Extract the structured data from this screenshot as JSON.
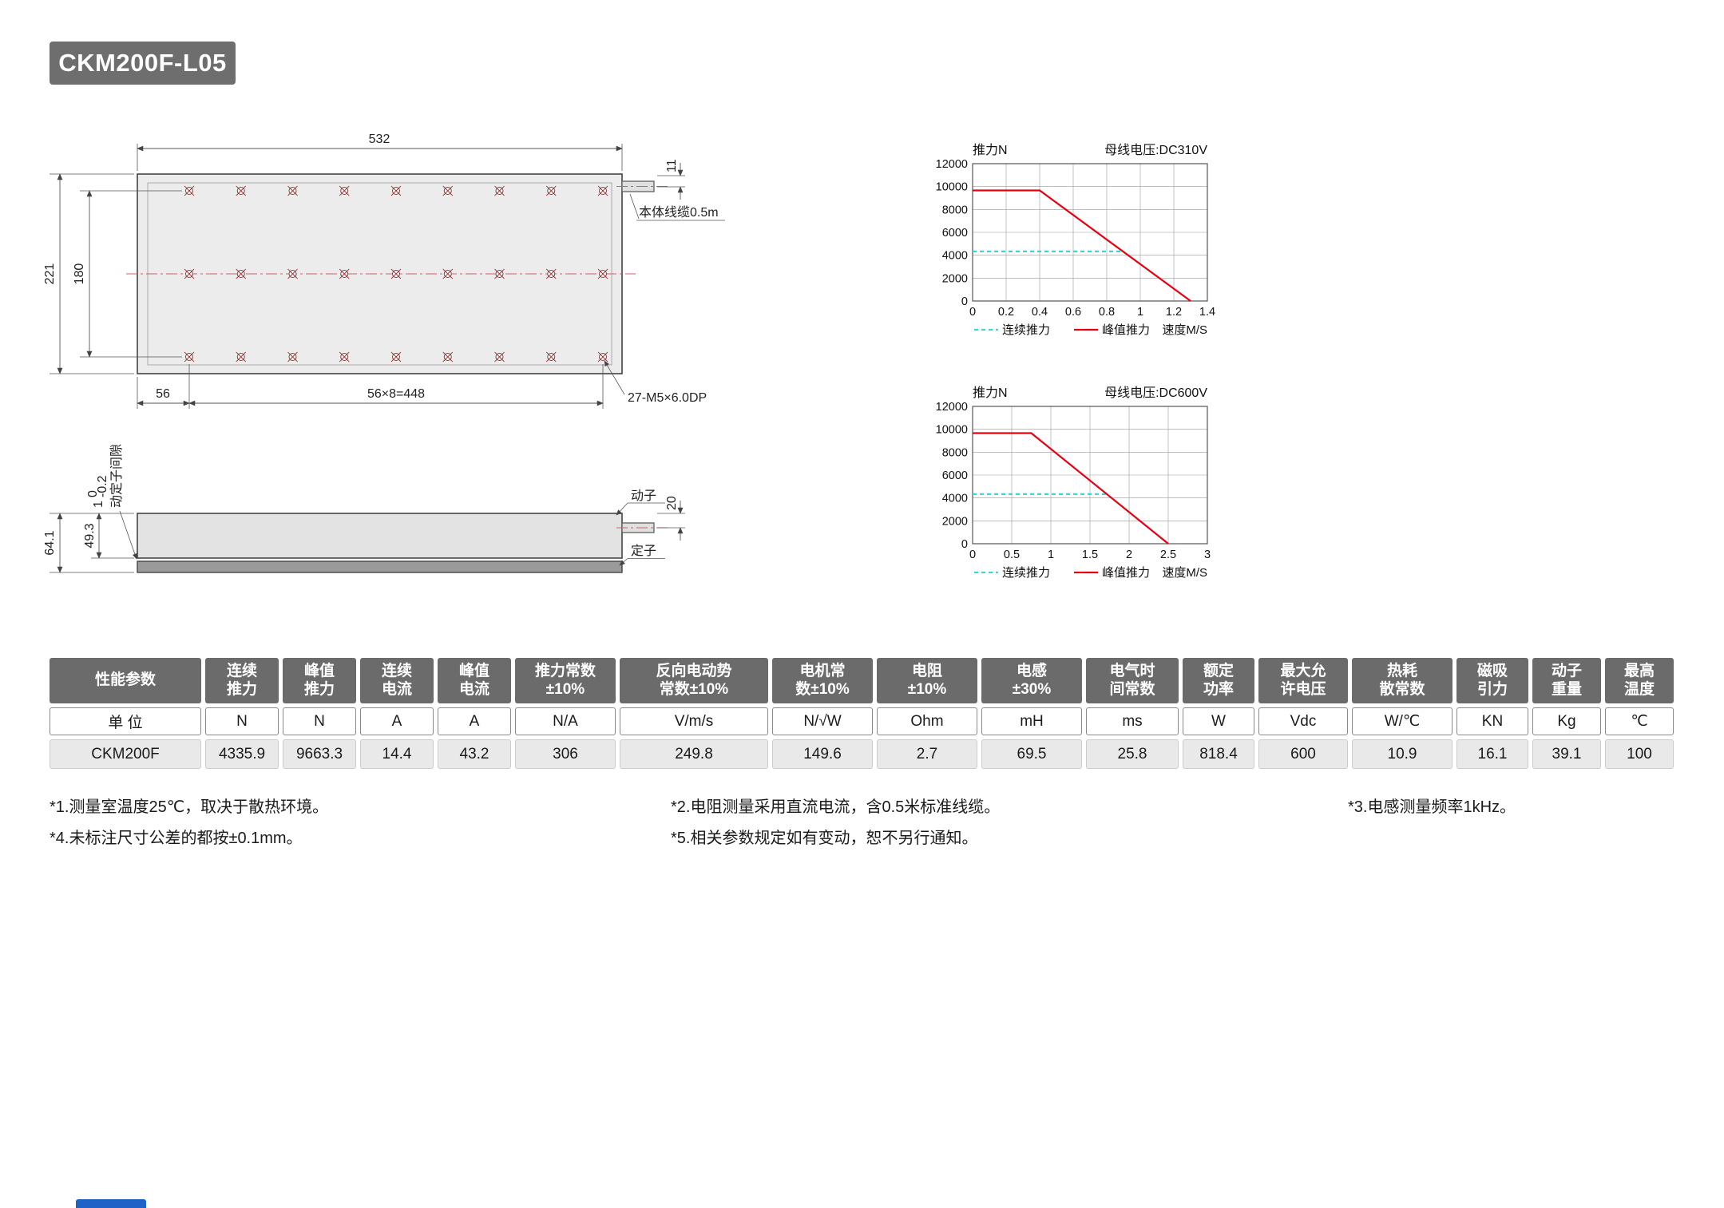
{
  "title": "CKM200F-L05",
  "top_view": {
    "dim_width": "532",
    "dim_cable": "11",
    "dim_height": "221",
    "dim_hole_span_v": "180",
    "dim_first_pitch": "56",
    "dim_pitch_total": "56×8=448",
    "holes_label": "27-M5×6.0DP",
    "cable_label": "本体线缆0.5m"
  },
  "side_view": {
    "dim_total_height": "64.1",
    "dim_mover_height": "49.3",
    "dim_cable_offset": "20",
    "gap_value": "1",
    "gap_tol_upper": "0",
    "gap_tol_lower": "-0.2",
    "gap_label": "动定子间隙",
    "mover_label": "动子",
    "stator_label": "定子"
  },
  "chart_data": [
    {
      "type": "line",
      "title": "母线电压:DC310V",
      "ylabel": "推力N",
      "xlabel": "速度M/S",
      "xlim": [
        0,
        1.4
      ],
      "ylim": [
        0,
        12000
      ],
      "x_ticks": [
        "0",
        "0.2",
        "0.4",
        "0.6",
        "0.8",
        "1",
        "1.2",
        "1.4"
      ],
      "y_ticks": [
        "0",
        "2000",
        "4000",
        "6000",
        "8000",
        "10000",
        "12000"
      ],
      "grid": true,
      "legend_position": "bottom",
      "series": [
        {
          "name": "连续推力",
          "color": "#35d8d8",
          "dash": true,
          "points": [
            [
              0,
              4335.9
            ],
            [
              0.9,
              4335.9
            ]
          ]
        },
        {
          "name": "峰值推力",
          "color": "#e60012",
          "dash": false,
          "points": [
            [
              0,
              9663.3
            ],
            [
              0.4,
              9663.3
            ],
            [
              1.3,
              0
            ]
          ]
        }
      ]
    },
    {
      "type": "line",
      "title": "母线电压:DC600V",
      "ylabel": "推力N",
      "xlabel": "速度M/S",
      "xlim": [
        0,
        3
      ],
      "ylim": [
        0,
        12000
      ],
      "x_ticks": [
        "0",
        "0.5",
        "1",
        "1.5",
        "2",
        "2.5",
        "3"
      ],
      "y_ticks": [
        "0",
        "2000",
        "4000",
        "6000",
        "8000",
        "10000",
        "12000"
      ],
      "grid": true,
      "legend_position": "bottom",
      "series": [
        {
          "name": "连续推力",
          "color": "#35d8d8",
          "dash": true,
          "points": [
            [
              0,
              4335.9
            ],
            [
              1.71,
              4335.9
            ]
          ]
        },
        {
          "name": "峰值推力",
          "color": "#e60012",
          "dash": false,
          "points": [
            [
              0,
              9663.3
            ],
            [
              0.75,
              9663.3
            ],
            [
              2.5,
              0
            ]
          ]
        }
      ]
    }
  ],
  "table": {
    "columns": [
      {
        "header": "性能参数",
        "unit": "单 位",
        "value": "CKM200F"
      },
      {
        "header": "连续\n推力",
        "unit": "N",
        "value": "4335.9"
      },
      {
        "header": "峰值\n推力",
        "unit": "N",
        "value": "9663.3"
      },
      {
        "header": "连续\n电流",
        "unit": "A",
        "value": "14.4"
      },
      {
        "header": "峰值\n电流",
        "unit": "A",
        "value": "43.2"
      },
      {
        "header": "推力常数\n±10%",
        "unit": "N/A",
        "value": "306"
      },
      {
        "header": "反向电动势\n常数±10%",
        "unit": "V/m/s",
        "value": "249.8"
      },
      {
        "header": "电机常\n数±10%",
        "unit": "N/√W",
        "value": "149.6"
      },
      {
        "header": "电阻\n±10%",
        "unit": "Ohm",
        "value": "2.7"
      },
      {
        "header": "电感\n±30%",
        "unit": "mH",
        "value": "69.5"
      },
      {
        "header": "电气时\n间常数",
        "unit": "ms",
        "value": "25.8"
      },
      {
        "header": "额定\n功率",
        "unit": "W",
        "value": "818.4"
      },
      {
        "header": "最大允\n许电压",
        "unit": "Vdc",
        "value": "600"
      },
      {
        "header": "热耗\n散常数",
        "unit": "W/℃",
        "value": "10.9"
      },
      {
        "header": "磁吸\n引力",
        "unit": "KN",
        "value": "16.1"
      },
      {
        "header": "动子\n重量",
        "unit": "Kg",
        "value": "39.1"
      },
      {
        "header": "最高\n温度",
        "unit": "℃",
        "value": "100"
      }
    ]
  },
  "notes": {
    "col1": [
      "*1.测量室温度25℃，取决于散热环境。",
      "*4.未标注尺寸公差的都按±0.1mm。"
    ],
    "col2": [
      "*2.电阻测量采用直流电流，含0.5米标准线缆。",
      "*5.相关参数规定如有变动，恕不另行通知。"
    ],
    "col3": [
      "*3.电感测量频率1kHz。"
    ]
  },
  "colors": {
    "peak_force": "#e60012",
    "continuous_force": "#35d8d8",
    "header_bg": "#6b6b6b"
  }
}
